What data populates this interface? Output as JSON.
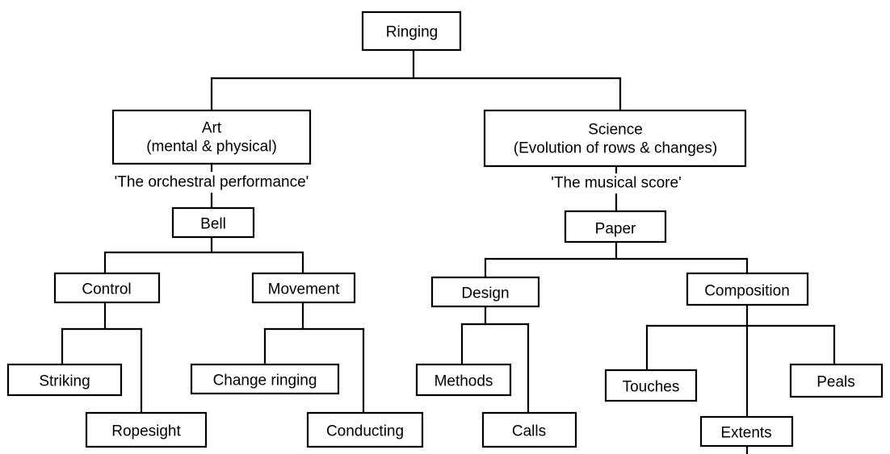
{
  "nodes": {
    "ringing": "Ringing",
    "art_line1": "Art",
    "art_line2": "(mental & physical)",
    "science_line1": "Science",
    "science_line2": "(Evolution of rows & changes)",
    "art_caption": "'The orchestral performance'",
    "science_caption": "'The musical score'",
    "bell": "Bell",
    "paper": "Paper",
    "control": "Control",
    "movement": "Movement",
    "design": "Design",
    "composition": "Composition",
    "striking": "Striking",
    "ropesight": "Ropesight",
    "change_ringing": "Change ringing",
    "conducting": "Conducting",
    "methods": "Methods",
    "calls": "Calls",
    "touches": "Touches",
    "peals": "Peals",
    "extents": "Extents"
  }
}
